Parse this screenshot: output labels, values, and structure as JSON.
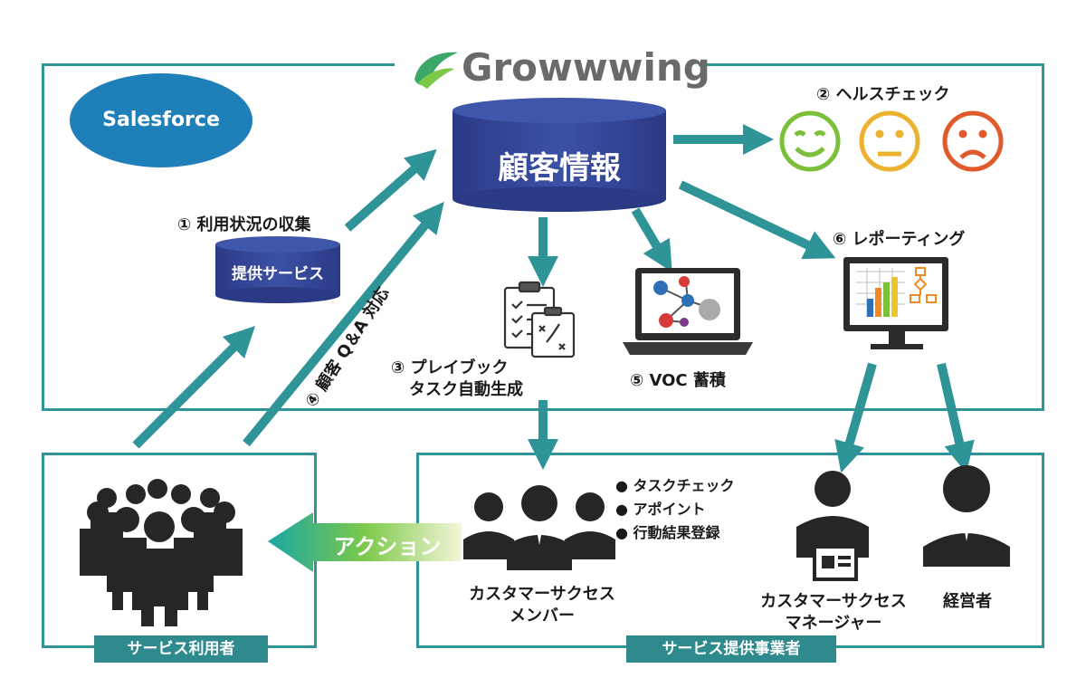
{
  "brand": {
    "name": "Growwwing"
  },
  "salesforce": "Salesforce",
  "db_main": "顧客情報",
  "db_service": "提供サービス",
  "steps": {
    "collect": "① 利用状況の収集",
    "health": "② ヘルスチェック",
    "playbook_1": "③ プレイブック",
    "playbook_2": "タスク自動生成",
    "qa": "④ 顧客 Q＆A 対応",
    "voc": "⑤ VOC 蓄積",
    "reporting": "⑥ レポーティング"
  },
  "action": "アクション",
  "tasks": [
    "● タスクチェック",
    "● アポイント",
    "● 行動結果登録"
  ],
  "roles": {
    "member_1": "カスタマーサクセス",
    "member_2": "メンバー",
    "manager_1": "カスタマーサクセス",
    "manager_2": "マネージャー",
    "executive": "経営者"
  },
  "tags": {
    "users": "サービス利用者",
    "provider": "サービス提供事業者"
  },
  "colors": {
    "teal": "#2e9497",
    "navy": "#2e3f8f",
    "sf_blue": "#1f7fb8",
    "face_green": "#7cbf3a",
    "face_yellow": "#eab22e",
    "face_red": "#e05a2b"
  },
  "icons": [
    "growwwing-logo-icon",
    "smile-face-icon",
    "neutral-face-icon",
    "sad-face-icon",
    "clipboard-icon",
    "laptop-network-icon",
    "monitor-chart-icon",
    "people-group-icon",
    "business-person-icon"
  ]
}
